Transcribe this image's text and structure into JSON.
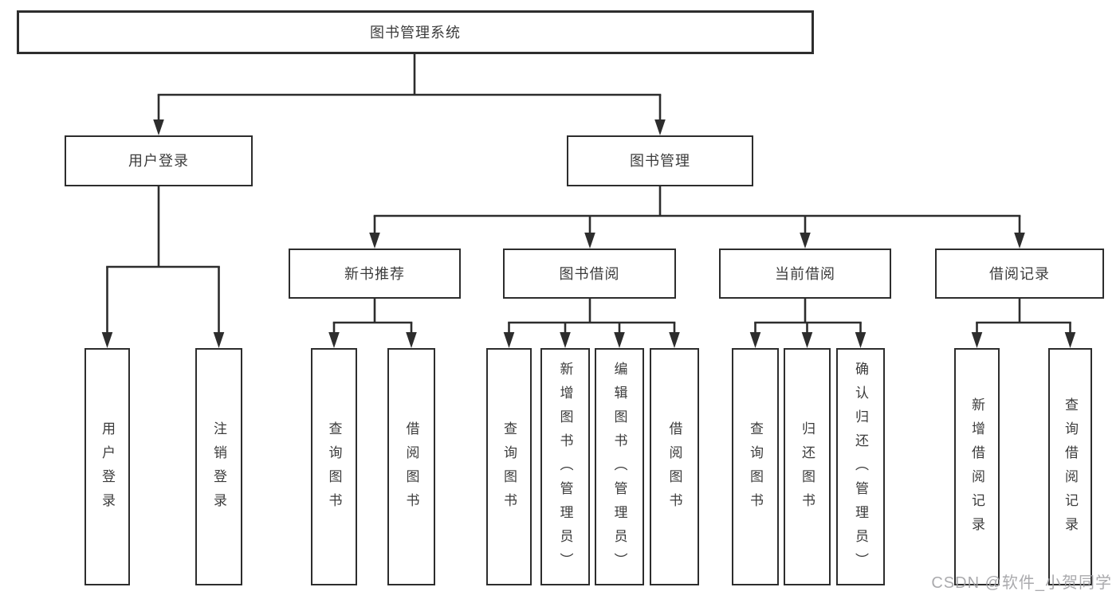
{
  "tree": {
    "label": "图书管理系统",
    "children": [
      {
        "label": "用户登录",
        "children": [
          {
            "label": "用户登录"
          },
          {
            "label": "注销登录"
          }
        ]
      },
      {
        "label": "图书管理",
        "children": [
          {
            "label": "新书推荐",
            "children": [
              {
                "label": "查询图书"
              },
              {
                "label": "借阅图书"
              }
            ]
          },
          {
            "label": "图书借阅",
            "children": [
              {
                "label": "查询图书"
              },
              {
                "label": "新增图书（管理员）"
              },
              {
                "label": "编辑图书（管理员）"
              },
              {
                "label": "借阅图书"
              }
            ]
          },
          {
            "label": "当前借阅",
            "children": [
              {
                "label": "查询图书"
              },
              {
                "label": "归还图书"
              },
              {
                "label": "确认归还（管理员）"
              }
            ]
          },
          {
            "label": "借阅记录",
            "children": [
              {
                "label": "新增借阅记录"
              },
              {
                "label": "查询借阅记录"
              }
            ]
          }
        ]
      }
    ]
  },
  "watermark": {
    "text": "CSDN @软件_小贺同学"
  },
  "colors": {
    "line": "#2d2d2d",
    "text": "#3c3c3c",
    "background": "#ffffff",
    "watermark": "#9e9ea2"
  }
}
